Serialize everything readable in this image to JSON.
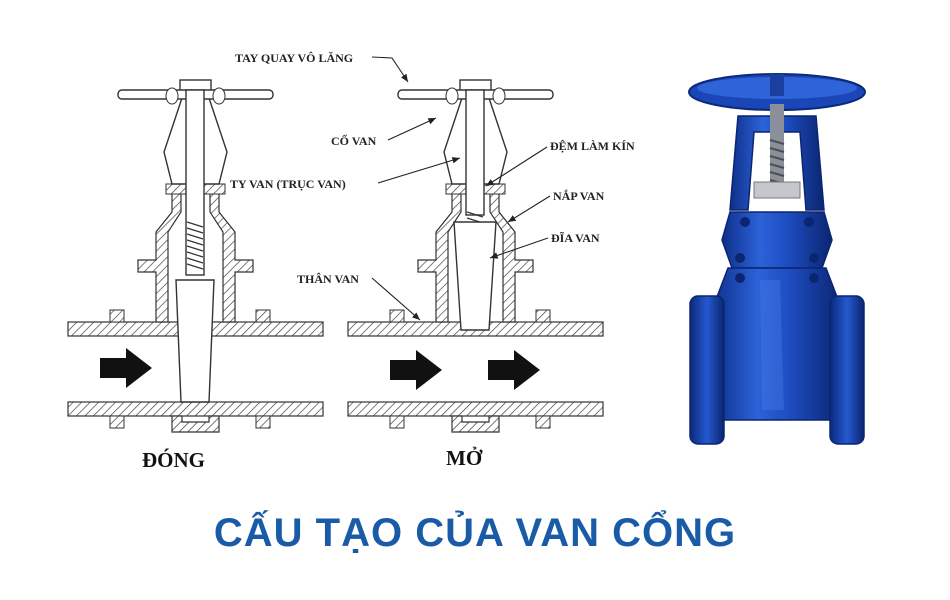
{
  "diagram": {
    "labels": {
      "handwheel": "TAY QUAY VÔ LĂNG",
      "neck": "CỔ VAN",
      "stem": "TY VAN (TRỤC VAN)",
      "body": "THÂN VAN",
      "packing": "ĐỆM LÀM KÍN",
      "bonnet": "NẮP VAN",
      "disc": "ĐĨA VAN"
    },
    "states": {
      "closed": "ĐÓNG",
      "open": "MỞ"
    }
  },
  "title": "CẤU TẠO CỦA VAN CỔNG",
  "colors": {
    "title": "#1a5ba8",
    "valve_blue": "#1f4fc4",
    "hatch": "#333333"
  }
}
